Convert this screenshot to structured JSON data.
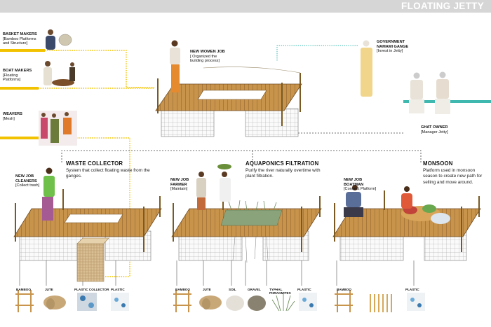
{
  "header": {
    "title": "FLOATING JETTY"
  },
  "stakeholders": {
    "basket_makers": {
      "role": "BASKET MAKERS",
      "sub1": "[Bamboo Platforms",
      "sub2": "and Structure]"
    },
    "boat_makers": {
      "role": "BOAT MAKERS",
      "sub1": "[Floating",
      "sub2": "Platforms]"
    },
    "weavers": {
      "role": "WEAVERS",
      "sub1": "[Mesh]"
    },
    "women_job": {
      "role": "NEW WOMEN JOB",
      "sub1": "[ Organized the",
      "sub2": "building process]"
    },
    "government": {
      "role": "GOVERNMENT",
      "line2": "NAMAMI GANGE",
      "sub1": "[Invest in Jetty]"
    },
    "ghat_owner": {
      "role": "GHAT OWNER",
      "sub1": "[Manager Jetty]"
    },
    "cleaners": {
      "role": "NEW JOB",
      "line2": "CLEANERS",
      "sub1": "[Collect trash]"
    },
    "farmer": {
      "role": "NEW JOB",
      "line2": "FARMER",
      "sub1": "[Maintain]"
    },
    "boatman": {
      "role": "NEW JOB",
      "line2": "BOATMAN",
      "sub1": "[Connect Platform]"
    }
  },
  "sections": {
    "waste": {
      "title": "WASTE COLLECTOR",
      "desc": "System that collect floating waste from the ganges."
    },
    "aquaponics": {
      "title": "AQUAPONICS FILTRATION",
      "desc": "Purify the river naturally overtime with plant filtration."
    },
    "monsoon": {
      "title": "MONSOON",
      "desc": "Platform used in monsoon season to create new path for selling and move around."
    }
  },
  "materials": {
    "waste": [
      "BAMBOO",
      "JUTE",
      "PLASTIC COLLECTOR",
      "PLASTIC"
    ],
    "aquaponics": [
      "BAMBOO",
      "JUTE",
      "SOIL",
      "GRAVEL",
      "TYPHAL",
      "PHRAGMITES",
      "PLASTIC"
    ],
    "monsoon": [
      "BAMBOO",
      "PLASTIC"
    ]
  },
  "colors": {
    "accent_yellow": "#f2c200",
    "accent_teal": "#3fb8b0",
    "deck": "#c8944c",
    "header_bg": "#d6d6d6"
  }
}
